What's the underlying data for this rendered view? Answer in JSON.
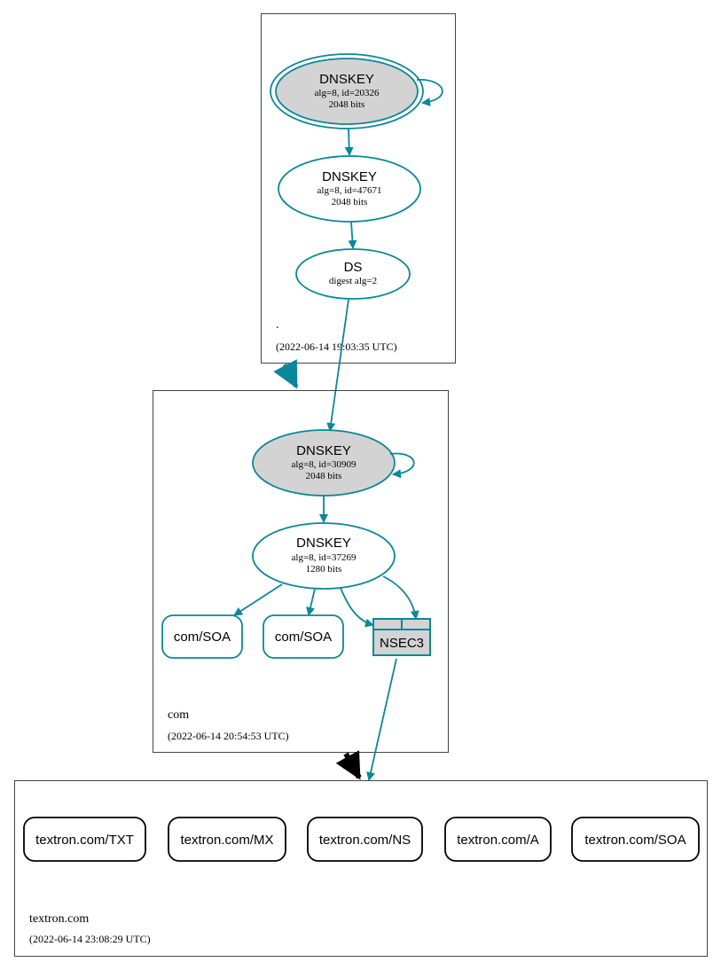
{
  "colors": {
    "edge": "#0a879a",
    "fill_gray": "#d3d3d3",
    "black": "#000000",
    "box_border": "#444444"
  },
  "zones": {
    "root": {
      "name": ".",
      "timestamp": "(2022-06-14 19:03:35 UTC)"
    },
    "com": {
      "name": "com",
      "timestamp": "(2022-06-14 20:54:53 UTC)"
    },
    "textron": {
      "name": "textron.com",
      "timestamp": "(2022-06-14 23:08:29 UTC)"
    }
  },
  "nodes": {
    "root_ksk": {
      "title": "DNSKEY",
      "line1": "alg=8, id=20326",
      "line2": "2048 bits"
    },
    "root_zsk": {
      "title": "DNSKEY",
      "line1": "alg=8, id=47671",
      "line2": "2048 bits"
    },
    "root_ds": {
      "title": "DS",
      "line1": "digest alg=2"
    },
    "com_ksk": {
      "title": "DNSKEY",
      "line1": "alg=8, id=30909",
      "line2": "2048 bits"
    },
    "com_zsk": {
      "title": "DNSKEY",
      "line1": "alg=8, id=37269",
      "line2": "1280 bits"
    },
    "com_soa_1": {
      "label": "com/SOA"
    },
    "com_soa_2": {
      "label": "com/SOA"
    },
    "com_nsec3": {
      "label": "NSEC3"
    },
    "rr": [
      "textron.com/TXT",
      "textron.com/MX",
      "textron.com/NS",
      "textron.com/A",
      "textron.com/SOA"
    ]
  }
}
